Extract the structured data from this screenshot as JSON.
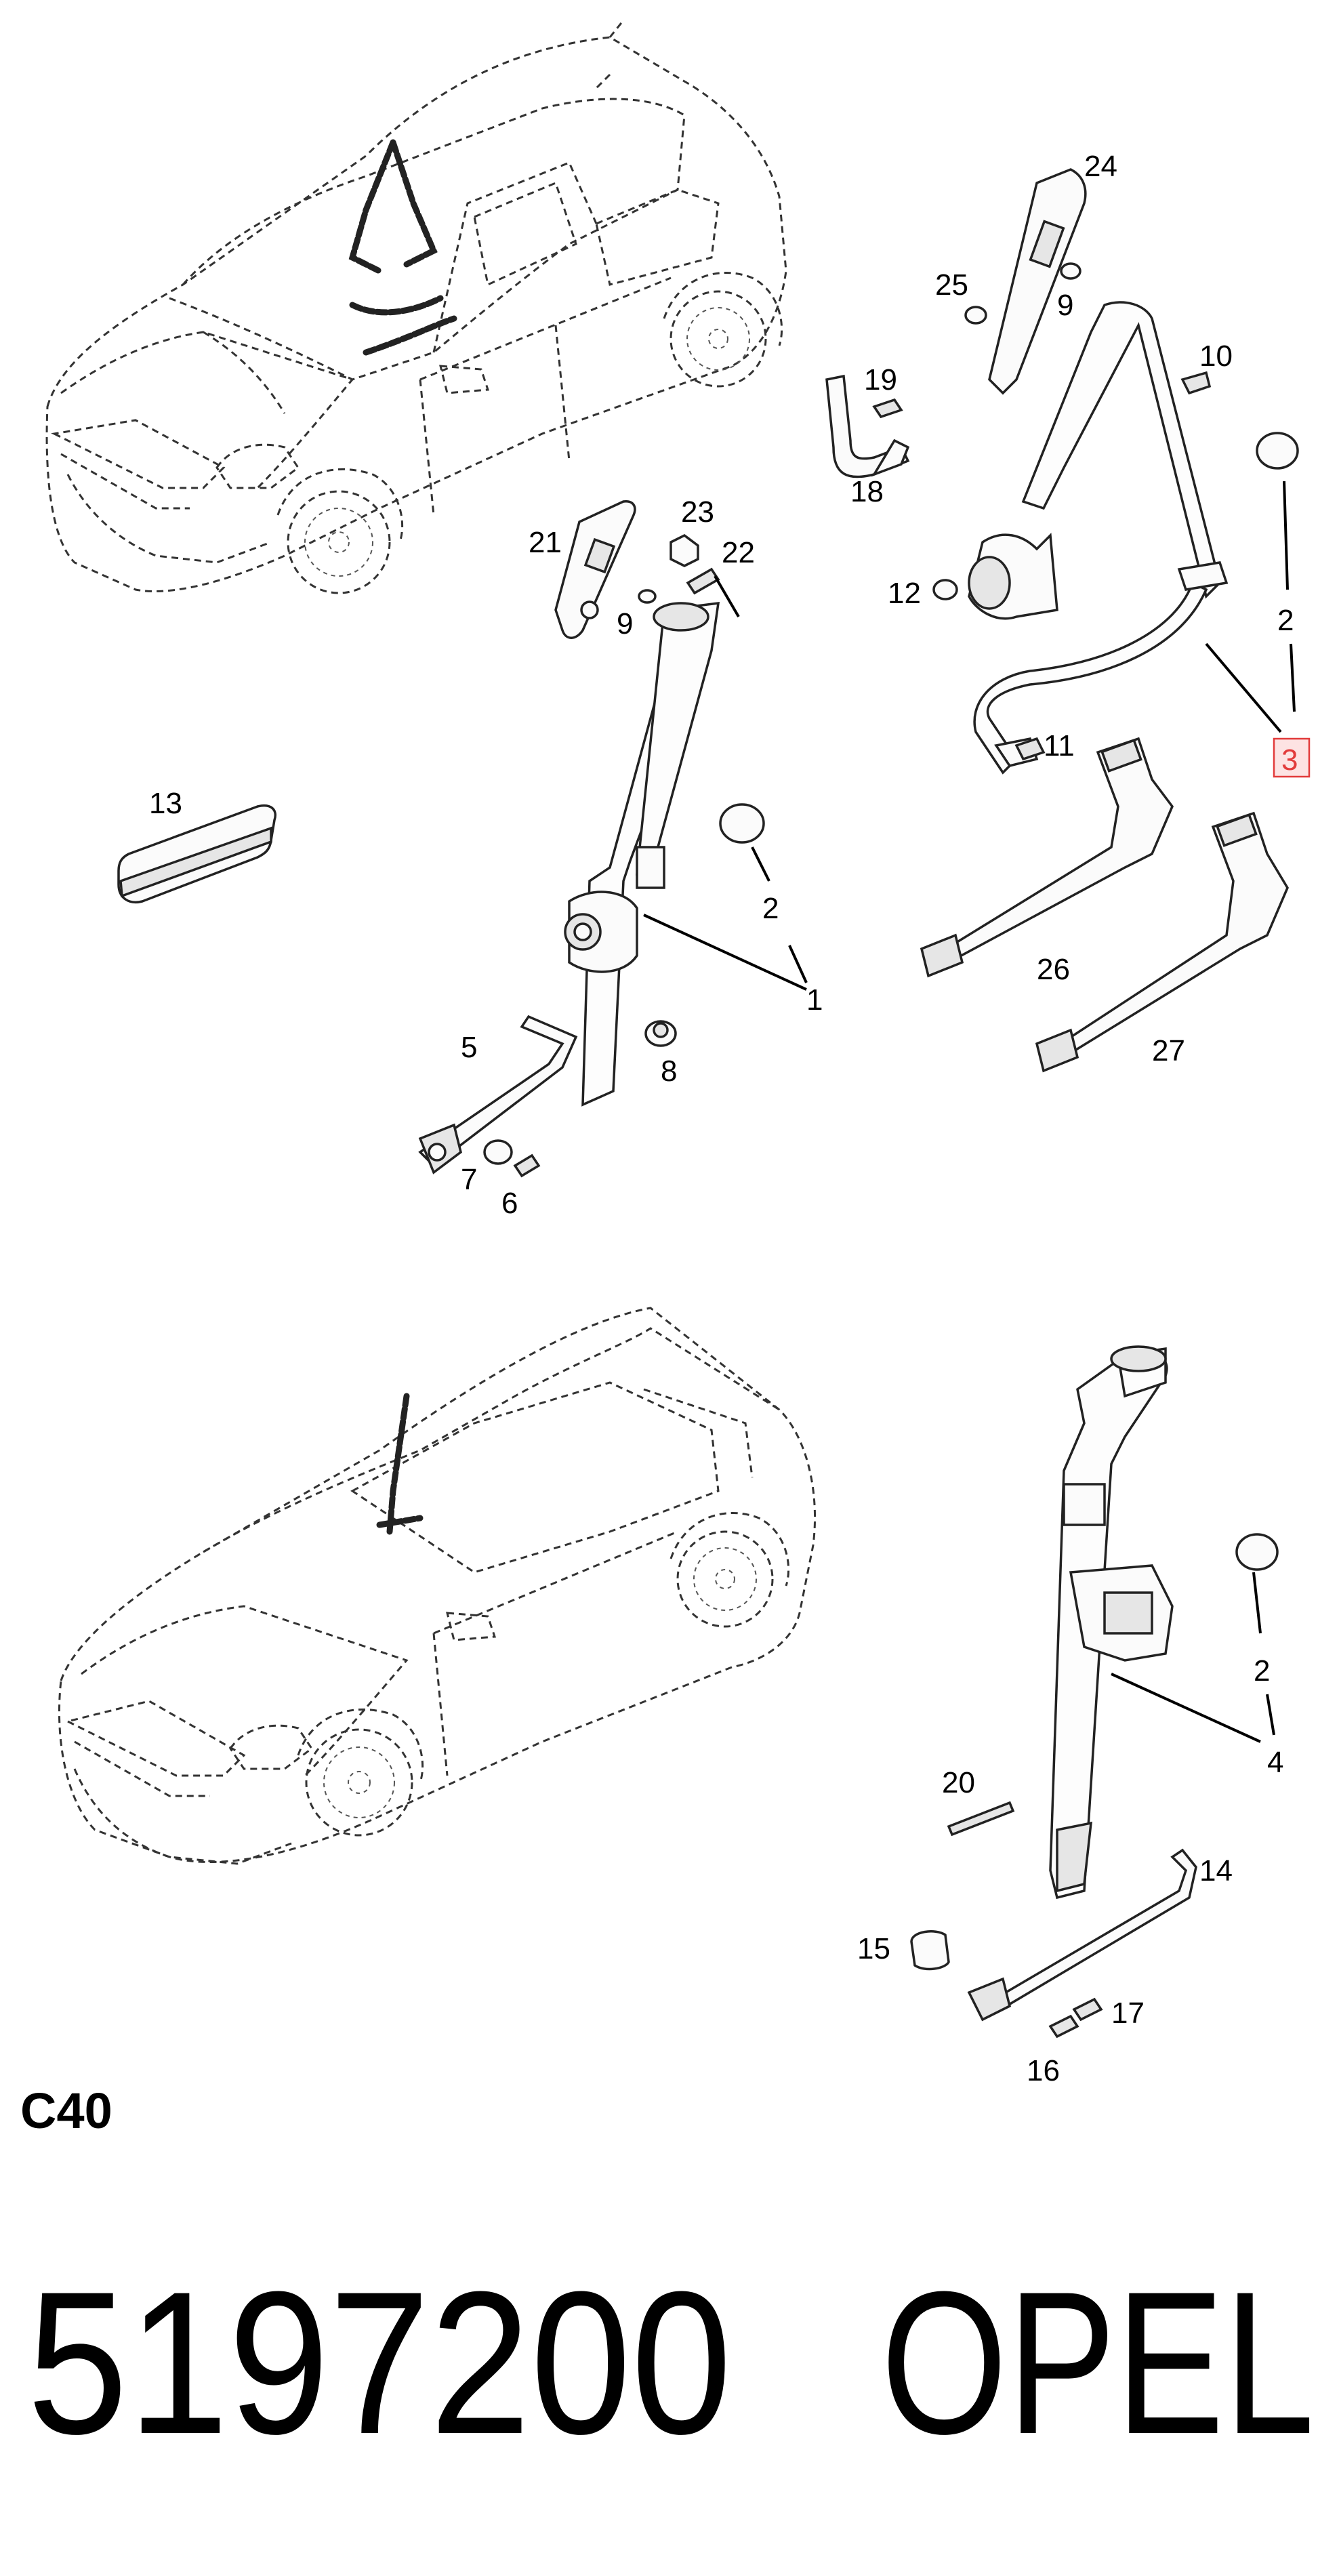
{
  "callouts": {
    "c1": "1",
    "c2a": "2",
    "c2b": "2",
    "c2c": "2",
    "c3": "3",
    "c4": "4",
    "c5": "5",
    "c6": "6",
    "c7": "7",
    "c8": "8",
    "c9a": "9",
    "c9b": "9",
    "c10": "10",
    "c11": "11",
    "c12": "12",
    "c13": "13",
    "c14": "14",
    "c15": "15",
    "c16": "16",
    "c17": "17",
    "c18": "18",
    "c19": "19",
    "c20": "20",
    "c21": "21",
    "c22": "22",
    "c23": "23",
    "c24": "24",
    "c25": "25",
    "c26": "26",
    "c27": "27"
  },
  "highlighted_callout": "3",
  "group_code": "C40",
  "part_number": "5197200",
  "brand": "OPEL",
  "colors": {
    "highlight": "#e23b3b",
    "highlight_fill": "#fde3e3"
  }
}
